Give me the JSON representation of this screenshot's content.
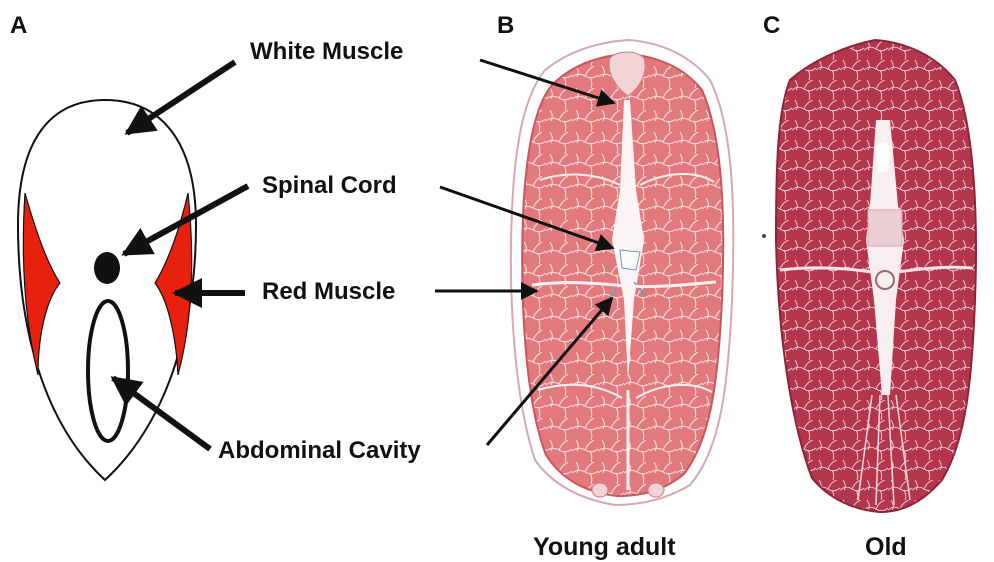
{
  "panels": {
    "a": {
      "letter": "A"
    },
    "b": {
      "letter": "B",
      "caption": "Young adult"
    },
    "c": {
      "letter": "C",
      "caption": "Old"
    }
  },
  "labels": {
    "white_muscle": "White Muscle",
    "spinal_cord": "Spinal Cord",
    "red_muscle": "Red Muscle",
    "abdominal_cavity": "Abdominal Cavity"
  },
  "colors": {
    "red_muscle": "#e8210f",
    "young_tissue": "#e0767a",
    "old_tissue": "#b5374e",
    "connective_tissue": "#f7eef0",
    "arrow": "#111111"
  }
}
